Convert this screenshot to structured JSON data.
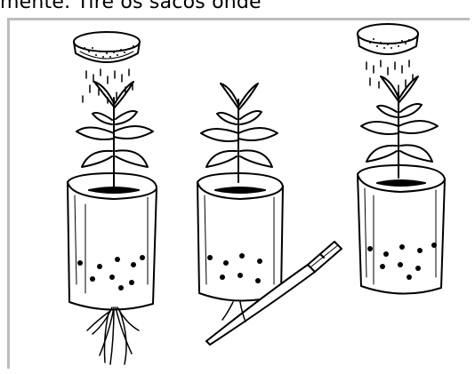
{
  "header": {
    "text": "mente. Tire os sacos onde"
  },
  "illustration": {
    "panels": [
      {
        "label": "watering-can-over-plant-with-roots"
      },
      {
        "label": "knife-cutting-roots-under-bag"
      },
      {
        "label": "watering-can-over-plant-in-bag"
      }
    ]
  }
}
